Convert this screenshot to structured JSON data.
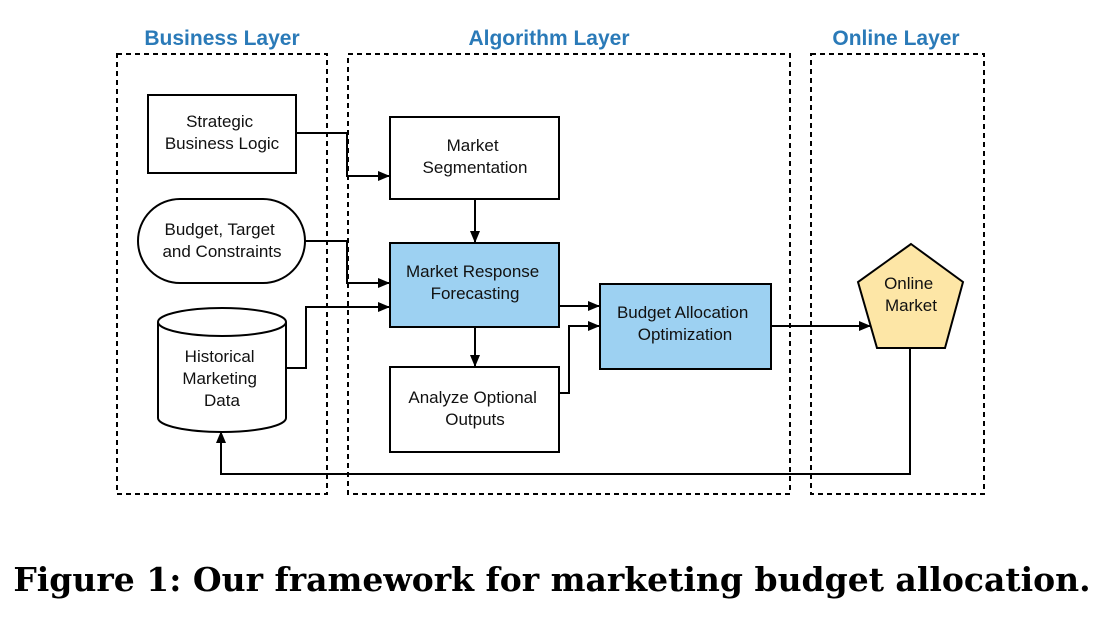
{
  "layers": {
    "business": "Business Layer",
    "algorithm": "Algorithm Layer",
    "online": "Online Layer"
  },
  "nodes": {
    "strategic": [
      "Strategic",
      "Business Logic"
    ],
    "budget": [
      "Budget, Target",
      "and Constraints"
    ],
    "historical": [
      "Historical",
      "Marketing",
      "Data"
    ],
    "segmentation": [
      "Market",
      "Segmentation"
    ],
    "forecasting": [
      "Market Response",
      "Forecasting"
    ],
    "analyze": [
      "Analyze Optional",
      "Outputs"
    ],
    "optimization": [
      "Budget Allocation",
      "Optimization"
    ],
    "online_market": [
      "Online",
      "Market"
    ]
  },
  "caption": "Figure 1: Our framework for marketing budget allocation.",
  "colors": {
    "layer_title": "#2a7ab8",
    "highlight_box": "#9dd1f2",
    "online_market": "#fde6a6"
  }
}
